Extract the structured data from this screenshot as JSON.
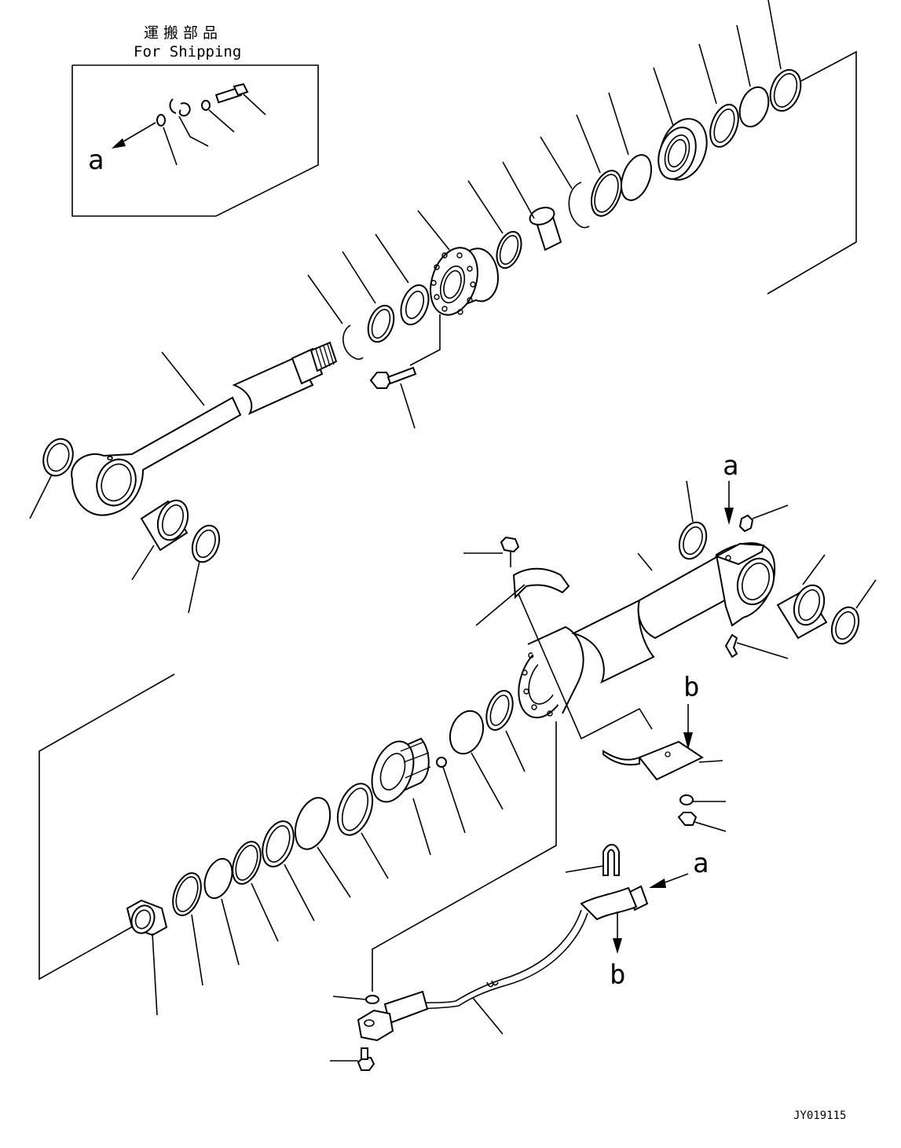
{
  "shipping_box": {
    "title_jp": "運搬部品",
    "title_en": "For Shipping",
    "callout_a": "a"
  },
  "callouts": {
    "a_top": "a",
    "b_mid": "b",
    "a_pipe": "a",
    "b_pipe": "b"
  },
  "drawing_code": "JY019115"
}
